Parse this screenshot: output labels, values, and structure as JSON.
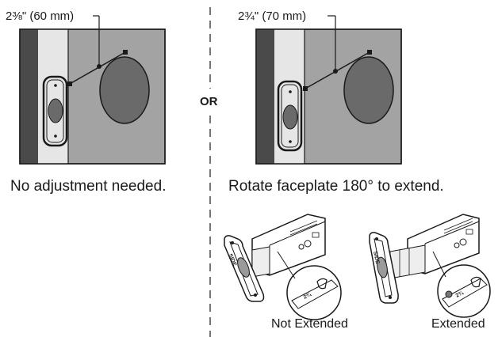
{
  "left_option": {
    "backset_label": "2⅜\" (60 mm)",
    "caption": "No adjustment needed."
  },
  "right_option": {
    "backset_label": "2¾\" (70 mm)",
    "caption": "Rotate faceplate 180° to extend."
  },
  "divider_label": "OR",
  "latch_states": {
    "not_extended_label": "Not Extended",
    "extended_label": "Extended",
    "detail_marking": "2¾"
  },
  "colors": {
    "door_face": "#a3a3a3",
    "door_edge": "#e6e6e6",
    "door_dark": "#4a4a4a",
    "bore_hole": "#6a6a6a",
    "line": "#1a1a1a"
  }
}
